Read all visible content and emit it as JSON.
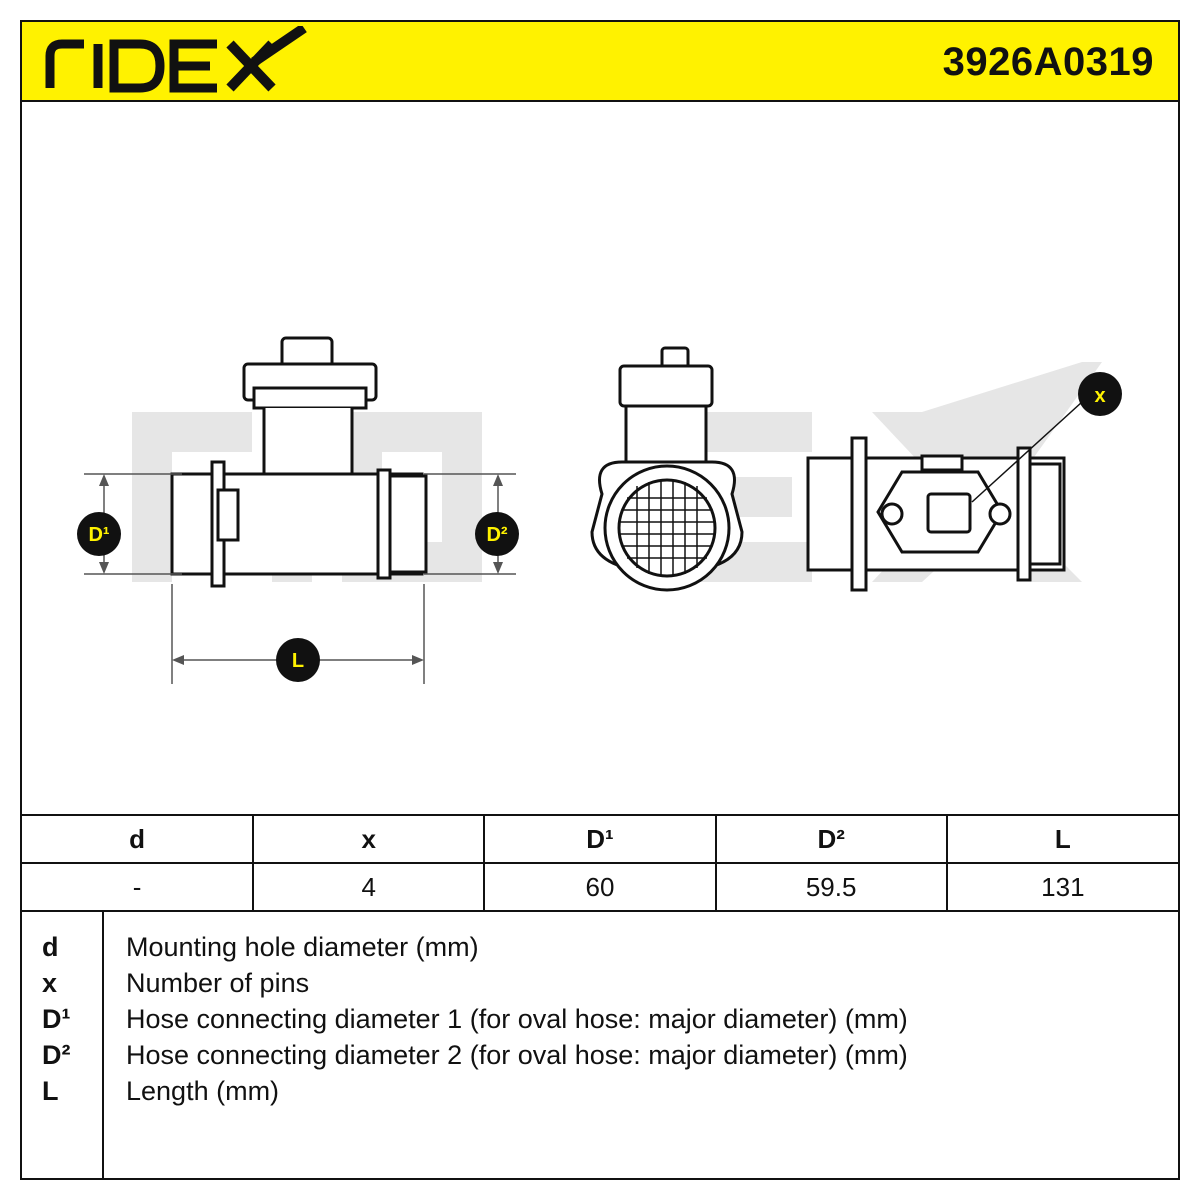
{
  "header": {
    "brand": "RIDEX",
    "part_number": "3926A0319",
    "background_color": "#fff200"
  },
  "drawing": {
    "watermark": "RIDEX",
    "labels": {
      "d1": "D¹",
      "d2": "D²",
      "l": "L",
      "x": "x"
    }
  },
  "table": {
    "headers": [
      "d",
      "x",
      "D¹",
      "D²",
      "L"
    ],
    "values": [
      "-",
      "4",
      "60",
      "59.5",
      "131"
    ]
  },
  "legend": [
    {
      "symbol": "d",
      "description": "Mounting hole diameter (mm)"
    },
    {
      "symbol": "x",
      "description": "Number of pins"
    },
    {
      "symbol": "D¹",
      "description": "Hose connecting diameter 1 (for oval hose: major diameter) (mm)"
    },
    {
      "symbol": "D²",
      "description": "Hose connecting diameter 2 (for oval hose: major diameter) (mm)"
    },
    {
      "symbol": "L",
      "description": "Length (mm)"
    }
  ]
}
